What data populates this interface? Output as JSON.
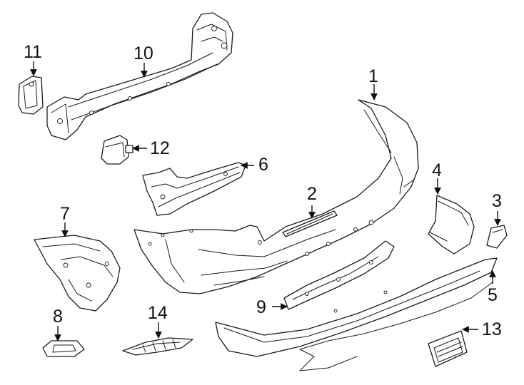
{
  "diagram": {
    "callouts": [
      {
        "id": "c1",
        "label": "1"
      },
      {
        "id": "c2",
        "label": "2"
      },
      {
        "id": "c3",
        "label": "3"
      },
      {
        "id": "c4",
        "label": "4"
      },
      {
        "id": "c5",
        "label": "5"
      },
      {
        "id": "c6",
        "label": "6"
      },
      {
        "id": "c7",
        "label": "7"
      },
      {
        "id": "c8",
        "label": "8"
      },
      {
        "id": "c9",
        "label": "9"
      },
      {
        "id": "c10",
        "label": "10"
      },
      {
        "id": "c11",
        "label": "11"
      },
      {
        "id": "c12",
        "label": "12"
      },
      {
        "id": "c13",
        "label": "13"
      },
      {
        "id": "c14",
        "label": "14"
      }
    ],
    "colors": {
      "line": "#1a1a1a",
      "background": "#ffffff"
    }
  }
}
